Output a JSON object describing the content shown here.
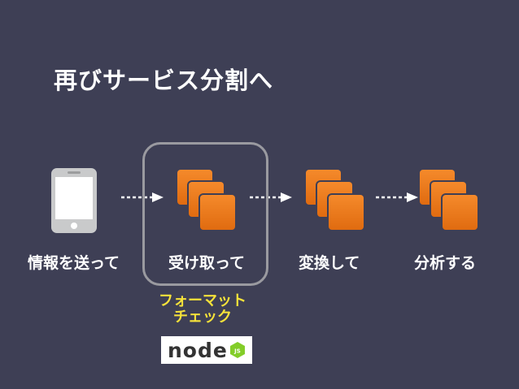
{
  "slide": {
    "title": "再びサービス分割へ"
  },
  "steps": [
    {
      "label": "情報を送って",
      "icon": "smartphone-icon"
    },
    {
      "label": "受け取って",
      "icon": "server-stack-icon"
    },
    {
      "label": "変換して",
      "icon": "server-stack-icon"
    },
    {
      "label": "分析する",
      "icon": "server-stack-icon"
    }
  ],
  "highlight": {
    "note_line1": "フォーマット",
    "note_line2": "チェック",
    "logo_text": "node",
    "logo_badge": "JS"
  },
  "colors": {
    "background": "#3e3f55",
    "accent_orange": "#f07f22",
    "note_yellow": "#f6e23a",
    "node_green": "#83cd29"
  }
}
